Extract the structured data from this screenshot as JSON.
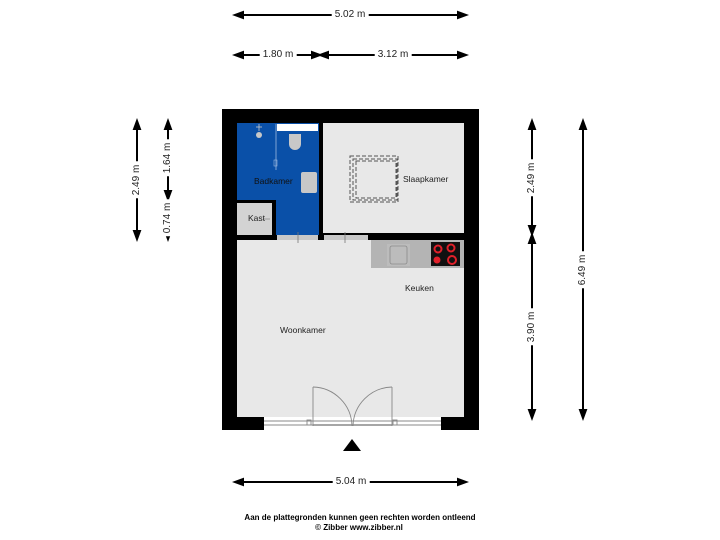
{
  "plan": {
    "rooms": {
      "badkamer": "Badkamer",
      "kast": "Kast",
      "slaapkamer": "Slaapkamer",
      "keuken": "Keuken",
      "woonkamer": "Woonkamer"
    },
    "colors": {
      "wall": "#000000",
      "floor": "#e8e8e8",
      "bathroom": "#0a50a8",
      "fixture": "#c8c8c8",
      "cooktop_burner": "#e0202a"
    }
  },
  "dimensions": {
    "top_total": "5.02 m",
    "top_left": "1.80 m",
    "top_right": "3.12 m",
    "bottom_total": "5.04 m",
    "left_total": "2.49 m",
    "left_upper": "1.64 m",
    "left_lower": "0.74 m",
    "right_upper": "2.49 m",
    "right_lower": "3.90 m",
    "right_total": "6.49 m"
  },
  "footer": {
    "line1": "Aan de plattegronden kunnen geen rechten worden ontleend",
    "line2": "© Zibber www.zibber.nl"
  }
}
